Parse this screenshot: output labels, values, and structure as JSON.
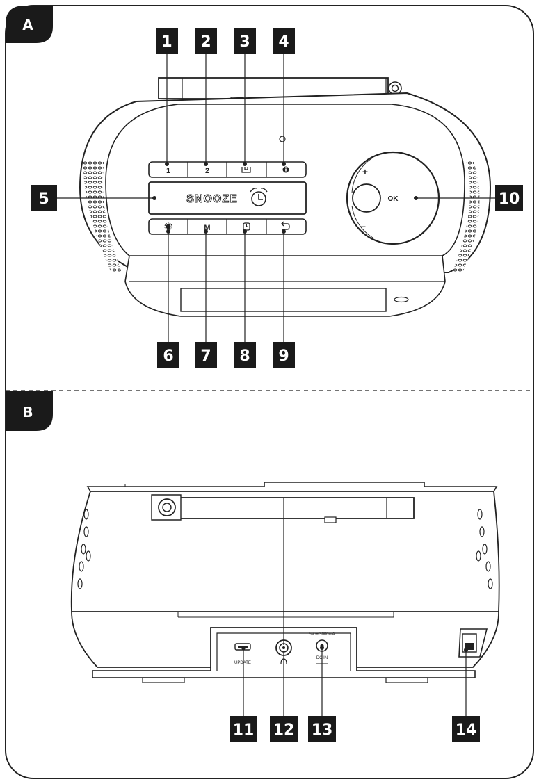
{
  "sections": [
    {
      "label": "A"
    },
    {
      "label": "B"
    }
  ],
  "top_view": {
    "buttons_upper": [
      "1",
      "2",
      "",
      ""
    ],
    "snooze_label": "SNOOZE",
    "buttons_lower": [
      "",
      "M",
      "",
      ""
    ],
    "dial_label": "OK",
    "dial_plus": "+",
    "dial_minus": "–"
  },
  "back_view": {
    "update_label": "UPDATE",
    "dc_rating": "5V ═ 3000mA",
    "dc_in_label": "DC IN"
  },
  "callouts": [
    "1",
    "2",
    "3",
    "4",
    "5",
    "6",
    "7",
    "8",
    "9",
    "10",
    "11",
    "12",
    "13",
    "14"
  ]
}
